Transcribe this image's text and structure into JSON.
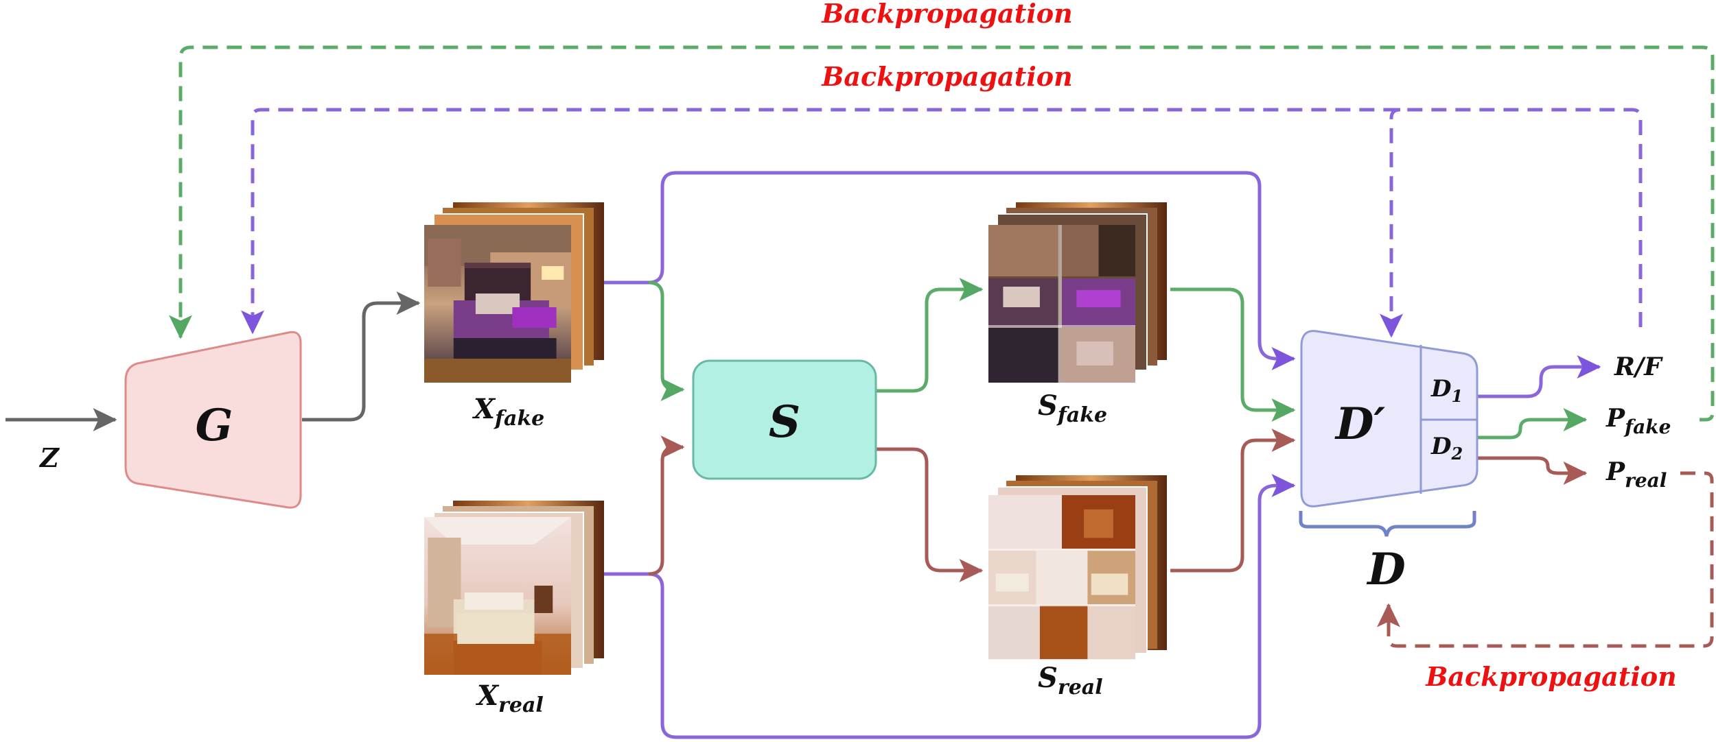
{
  "colors": {
    "gray": "#666666",
    "purple": "#8a66d9",
    "green": "#5cab68",
    "red": "#a85a56",
    "backprop_text": "#ee1111",
    "G_fill": "#f9dcdc",
    "G_stroke": "#de8a8a",
    "S_fill": "#b2f0e4",
    "S_stroke": "#68b8a6",
    "D_fill": "#e9e9fb",
    "D_stroke": "#8f9ad6",
    "brace": "#7083c8"
  },
  "labels": {
    "z": "Z",
    "generator": "G",
    "x_fake_main": "X",
    "x_fake_sub": "fake",
    "x_real_main": "X",
    "x_real_sub": "real",
    "shuffler": "S",
    "s_fake_main": "S",
    "s_fake_sub": "fake",
    "s_real_main": "S",
    "s_real_sub": "real",
    "discriminator": "D′",
    "d1_main": "D",
    "d1_sub": "1",
    "d2_main": "D",
    "d2_sub": "2",
    "d_brace": "D",
    "rf": "R/F",
    "p_fake_main": "P",
    "p_fake_sub": "fake",
    "p_real_main": "P",
    "p_real_sub": "real"
  },
  "backprop": {
    "outer_green": "Backpropagation",
    "inner_purple": "Backpropagation",
    "bottom_red": "Backpropagation"
  },
  "images": {
    "x_fake": "generated bedroom image stack",
    "x_real": "real bedroom image stack",
    "s_fake": "shuffled fake patch stack",
    "s_real": "shuffled real patch stack"
  }
}
